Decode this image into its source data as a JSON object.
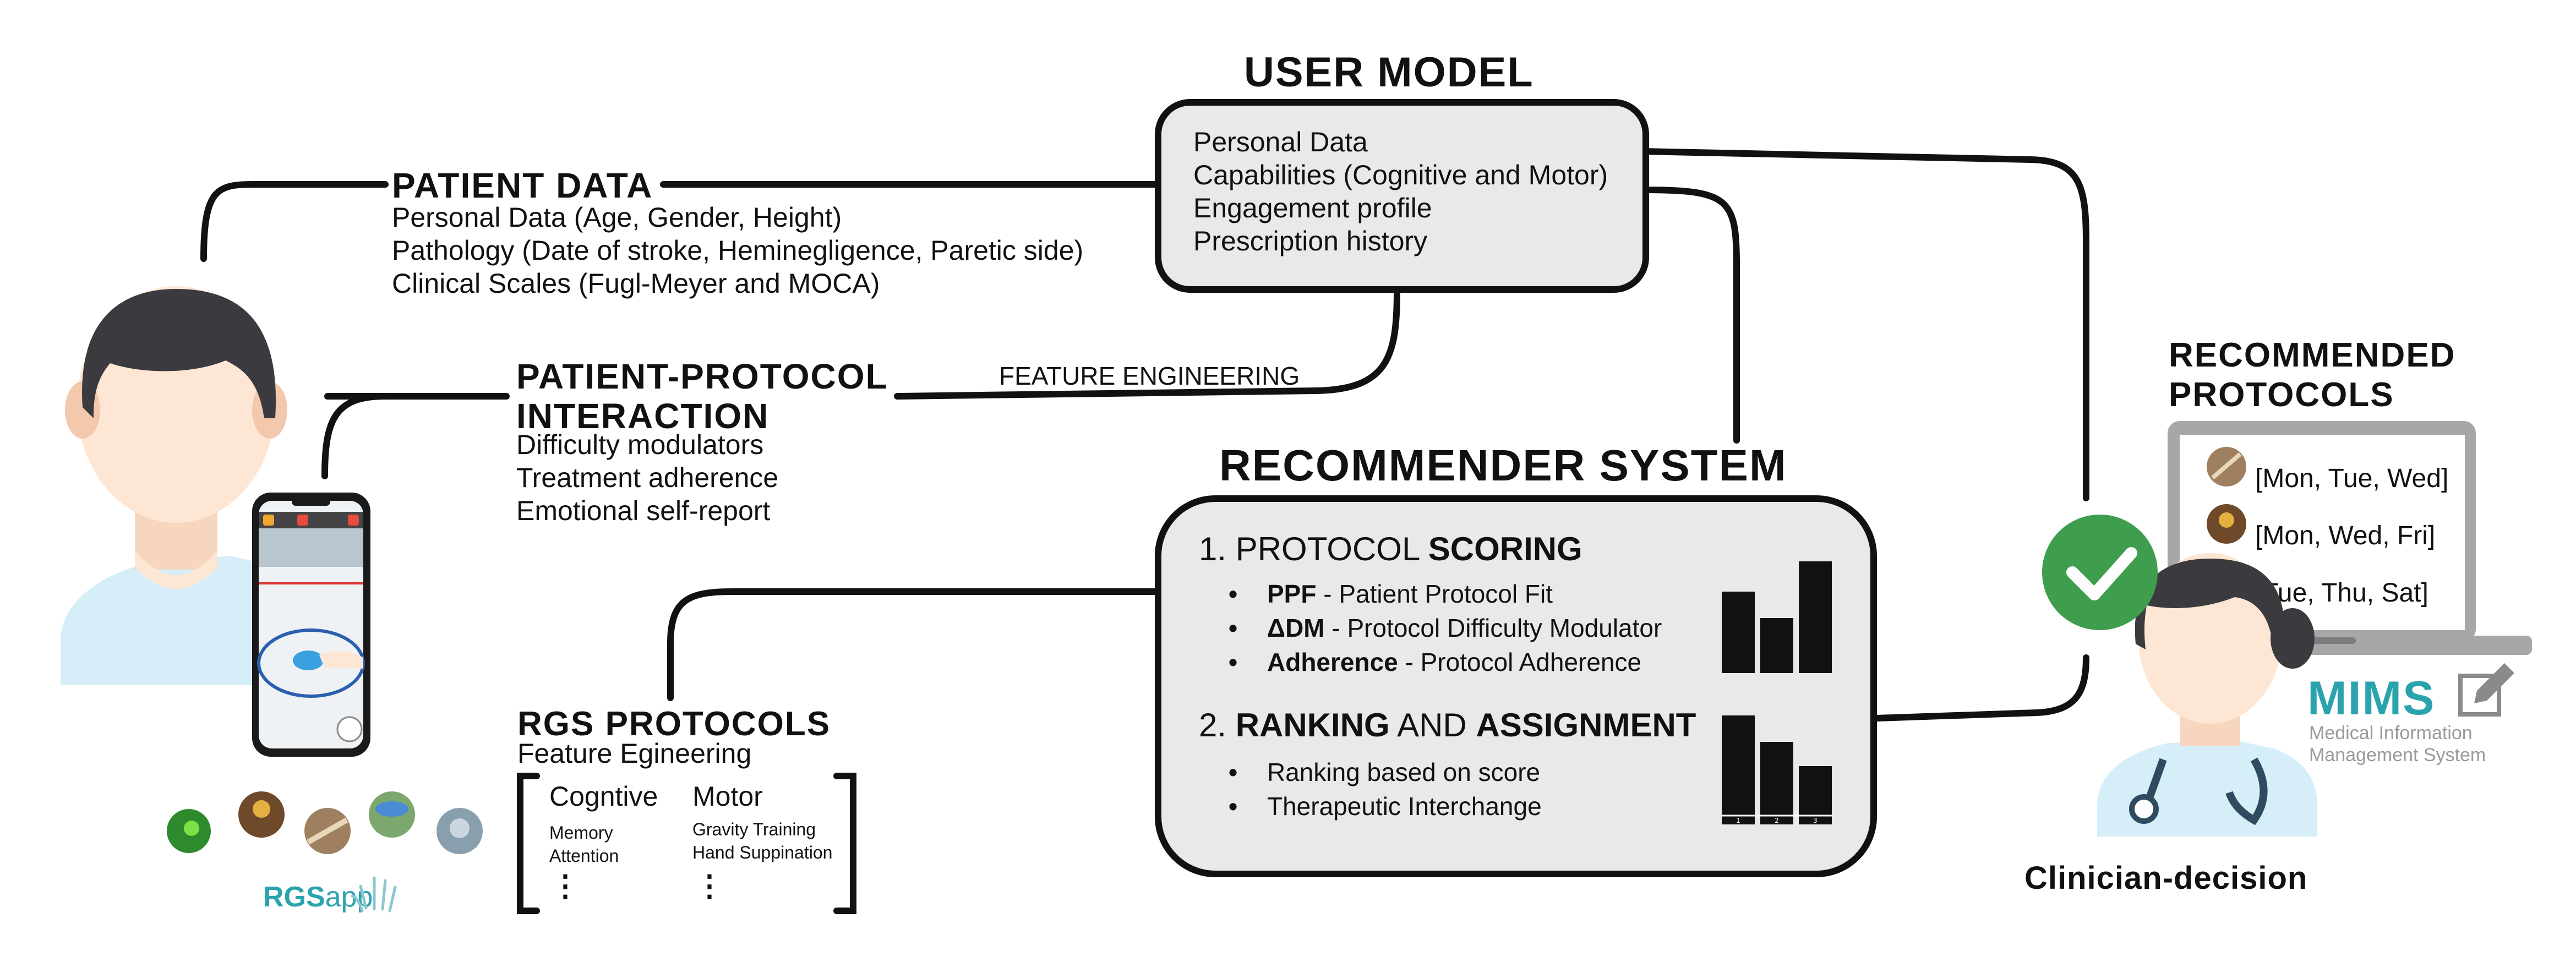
{
  "user_model": {
    "title": "USER MODEL",
    "items": [
      "Personal Data",
      "Capabilities (Cognitive and Motor)",
      "Engagement profile",
      "Prescription history"
    ]
  },
  "patient_data": {
    "title": "PATIENT DATA",
    "items": [
      "Personal Data (Age, Gender, Height)",
      "Pathology (Date of stroke, Heminegligence, Paretic side)",
      "Clinical Scales (Fugl-Meyer and MOCA)"
    ]
  },
  "interaction": {
    "title_line1": "PATIENT-PROTOCOL",
    "title_line2": "INTERACTION",
    "items": [
      "Difficulty modulators",
      "Treatment adherence",
      "Emotional self-report"
    ]
  },
  "feature_engineering_label": "FEATURE ENGINEERING",
  "recommender": {
    "title": "RECOMMENDER SYSTEM",
    "scoring": {
      "prefix": "1. PROTOCOL ",
      "bold": "SCORING",
      "items": [
        {
          "bold": "PPF",
          "rest": " - Patient Protocol Fit"
        },
        {
          "bold": "ΔDM",
          "rest": " - Protocol Difficulty Modulator"
        },
        {
          "bold": "Adherence",
          "rest": " -  Protocol Adherence"
        }
      ]
    },
    "ranking": {
      "num": "2. ",
      "bold1": "RANKING",
      "mid": " AND ",
      "bold2": "ASSIGNMENT",
      "items": [
        "Ranking based on score",
        "Therapeutic Interchange"
      ],
      "bar_labels": [
        "1",
        "2",
        "3"
      ]
    },
    "bullet": "•"
  },
  "rgs_protocols": {
    "title": "RGS PROTOCOLS",
    "subtitle": "Feature Egineering",
    "col1_header": "Cogntive",
    "col2_header": "Motor",
    "col1_items": [
      "Memory",
      "Attention"
    ],
    "col2_items": [
      "Gravity Training",
      "Hand Suppination"
    ],
    "ellipsis": "⋮"
  },
  "rgsapp": {
    "part1": "RGS",
    "part2": "app"
  },
  "recommended": {
    "title_line1": "RECOMMENDED",
    "title_line2": "PROTOCOLS",
    "schedules": [
      "[Mon, Tue, Wed]",
      "[Mon, Wed, Fri]",
      "[Tue, Thu, Sat]"
    ]
  },
  "mims": {
    "title": "MIMS",
    "line1": "Medical Information",
    "line2": "Management System"
  },
  "clinician_label": "Clinician-decision",
  "colors": {
    "teal": "#2aa3ad",
    "green": "#3f9e4d",
    "skin": "#fde6d3",
    "hair": "#3b3b3f",
    "shirt": "#d6eef8"
  }
}
